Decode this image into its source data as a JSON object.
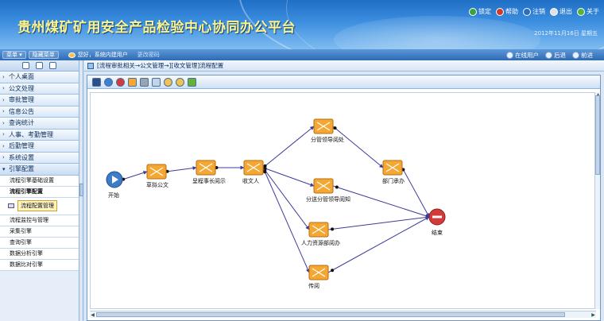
{
  "header": {
    "title": "贵州煤矿矿用安全产品检验中心协同办公平台",
    "date": "2012年11月16日 星期五",
    "actions": [
      {
        "label": "锁定",
        "icon": "lock-icon",
        "color": "#3aa33a"
      },
      {
        "label": "帮助",
        "icon": "help-icon",
        "color": "#d03a2a"
      },
      {
        "label": "注销",
        "icon": "logout-icon",
        "color": "#2a6fc0"
      },
      {
        "label": "退出",
        "icon": "exit-icon",
        "color": "#e0e0e0"
      },
      {
        "label": "关于",
        "icon": "about-icon",
        "color": "#55b33a"
      }
    ]
  },
  "bar2": {
    "menu_button": "菜单",
    "hide_button": "隐藏菜单",
    "greeting": "您好，系统内建用户",
    "change_password": "更改密码",
    "online_users": "在线用户",
    "back": "后退",
    "forward": "前进"
  },
  "sidebar": {
    "items": [
      {
        "label": "个人桌面"
      },
      {
        "label": "公文处理"
      },
      {
        "label": "审批管理"
      },
      {
        "label": "信息公告"
      },
      {
        "label": "查询统计"
      },
      {
        "label": "人事、考勤管理"
      },
      {
        "label": "后勤管理"
      },
      {
        "label": "系统设置"
      }
    ],
    "expanded_label": "引擎配置",
    "sub_items": [
      {
        "label": "流程引擎基础设置"
      },
      {
        "label": "流程引擎配置"
      }
    ],
    "leaf_label": "流程配置管理",
    "sub_items_after": [
      {
        "label": "流程监控与管理"
      },
      {
        "label": "采集引擎"
      },
      {
        "label": "查询引擎"
      },
      {
        "label": "数据分析引擎"
      },
      {
        "label": "数据比对引擎"
      }
    ]
  },
  "breadcrumb": "[流程审批相关→公文管理→][收文管理]流程配置",
  "flow": {
    "start": "开始",
    "end": "结束",
    "nodes": [
      "草拟公文",
      "呈程事长阅示",
      "收文人",
      "分管领导阅处",
      "部门承办",
      "分送分管领导阅知",
      "人力资源部阅办",
      "传阅"
    ],
    "colors": {
      "task": "#f5a733",
      "start": "#3f7cc8",
      "end": "#d53a3a",
      "edge": "#3b3b9c"
    }
  }
}
